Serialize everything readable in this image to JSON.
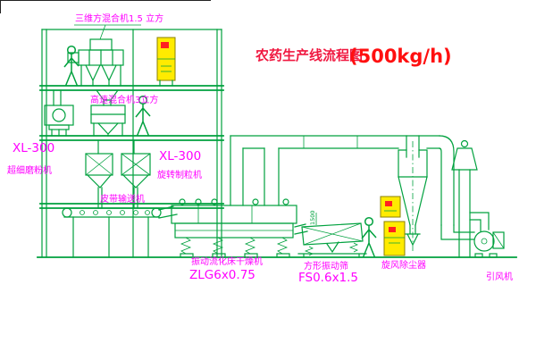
{
  "title": {
    "text": "农药生产线流程图",
    "capacity": "(500kg/h)"
  },
  "labels": {
    "top_mixer": "三维方混合机1.5 立方",
    "high_speed_mixer": "高速混合机3立方",
    "mill_model": "XL-300",
    "mill_name": "超细磨粉机",
    "granulator_model": "XL-300",
    "granulator_name": "旋转制粒机",
    "belt_conveyor": "皮带输送机",
    "dryer_name": "振动流化床干燥机",
    "dryer_model": "ZLG6x0.75",
    "sieve_name": "方形振动筛",
    "sieve_model": "FS0.6x1.5",
    "cyclone_name": "旋风除尘器",
    "fan_name": "引风机",
    "sieve_dimension": "1500"
  },
  "colors": {
    "line": "#00A13E",
    "label": "#FF00FF",
    "title1": "#F01840",
    "title2": "#FF1010",
    "cabinet": "#FFEB00",
    "cabinetBorder": "#8B8000",
    "accent": "#FF2020"
  }
}
